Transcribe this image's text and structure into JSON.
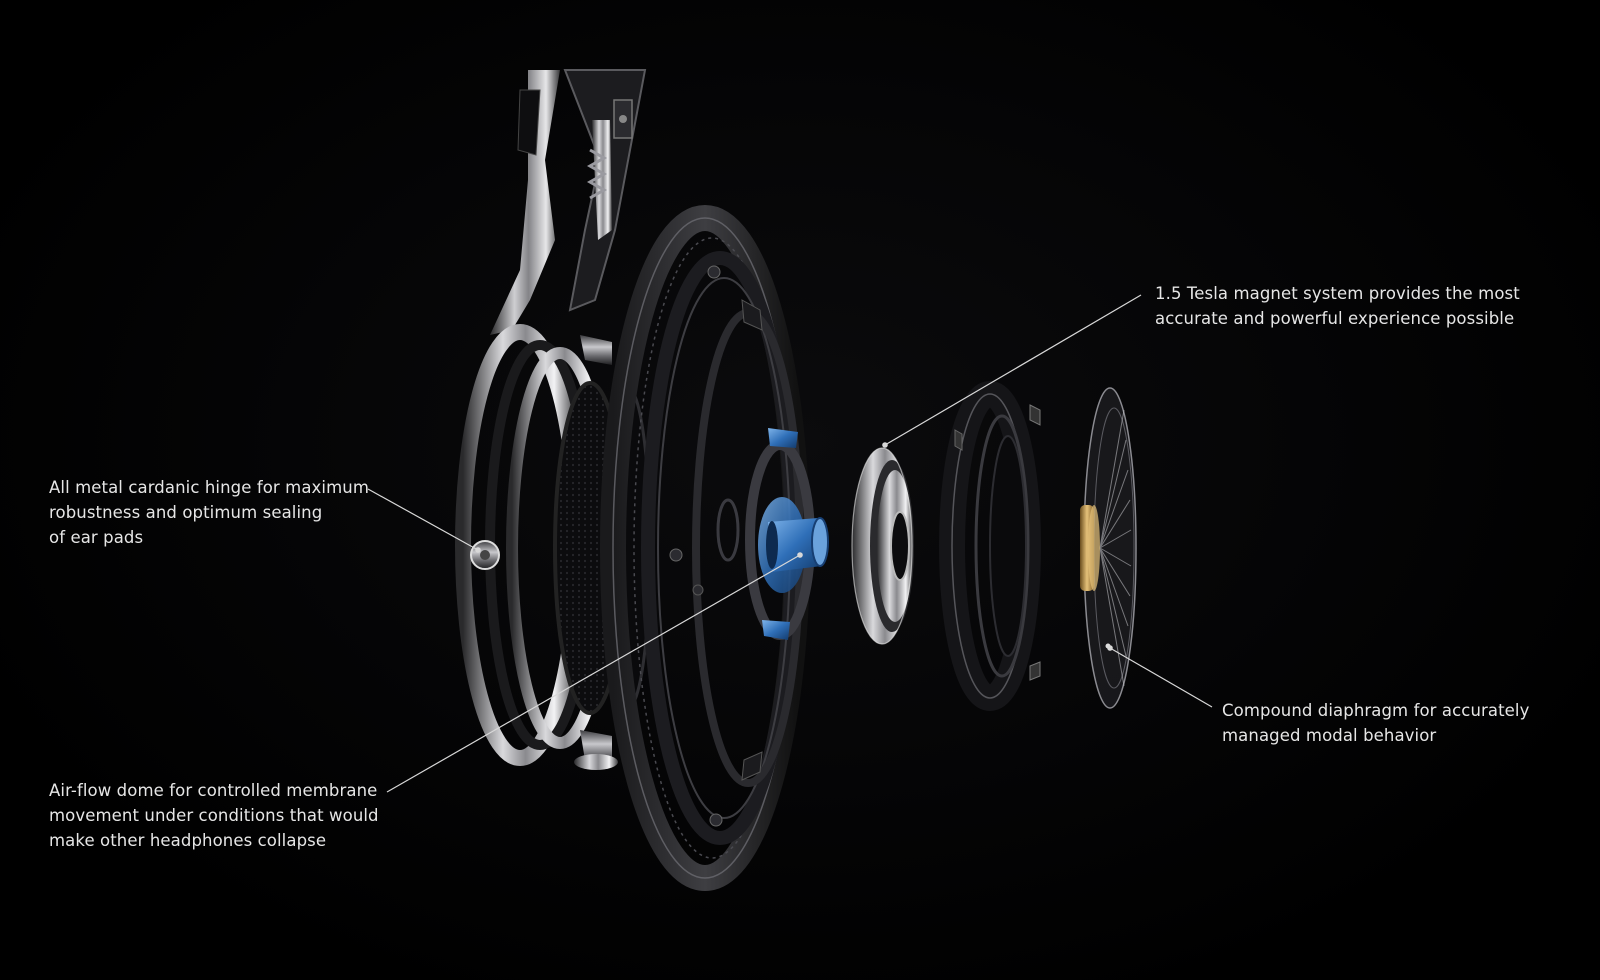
{
  "callouts": {
    "hinge": {
      "lines": [
        "All metal cardanic hinge for maximum",
        "robustness and optimum sealing",
        "of ear pads"
      ]
    },
    "dome": {
      "lines": [
        "Air-flow dome for controlled membrane",
        "movement under conditions that would",
        "make other headphones collapse"
      ]
    },
    "magnet": {
      "lines": [
        "1.5 Tesla magnet system provides the most",
        "accurate and powerful experience possible"
      ]
    },
    "diaphragm": {
      "lines": [
        "Compound diaphragm for accurately",
        "managed modal behavior"
      ]
    }
  },
  "colors": {
    "background": "#000000",
    "text": "#e6e6e6",
    "leader_line": "#d8d8d8",
    "dome_accent": "#2f6fb8",
    "diaphragm_gold": "#c9a35a"
  }
}
